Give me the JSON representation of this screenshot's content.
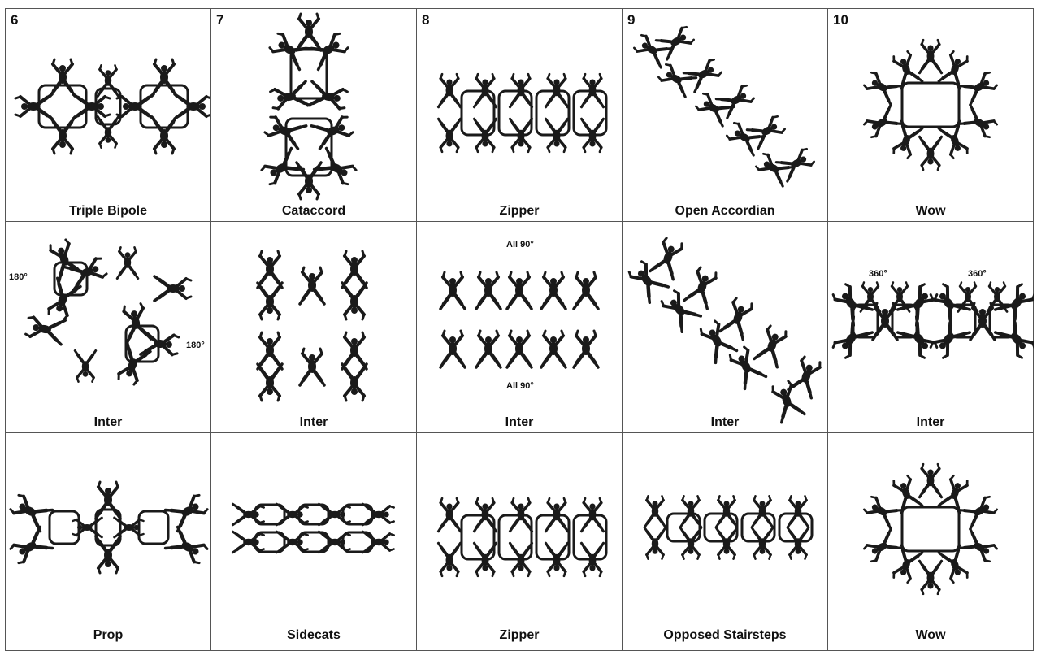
{
  "formations": [
    {
      "number": "6",
      "rows": [
        {
          "label": "Triple Bipole",
          "shape": "triple-bipole",
          "notes": []
        },
        {
          "label": "Inter",
          "shape": "inter-scatter",
          "notes": [
            "180°",
            "180°"
          ]
        },
        {
          "label": "Prop",
          "shape": "prop",
          "notes": []
        }
      ]
    },
    {
      "number": "7",
      "rows": [
        {
          "label": "Cataccord",
          "shape": "cataccord",
          "notes": []
        },
        {
          "label": "Inter",
          "shape": "inter-stacks",
          "notes": []
        },
        {
          "label": "Sidecats",
          "shape": "sidecats",
          "notes": []
        }
      ]
    },
    {
      "number": "8",
      "rows": [
        {
          "label": "Zipper",
          "shape": "zipper",
          "notes": []
        },
        {
          "label": "Inter",
          "shape": "inter-rows",
          "notes": [
            "All 90°",
            "All 90°"
          ]
        },
        {
          "label": "Zipper",
          "shape": "zipper",
          "notes": []
        }
      ]
    },
    {
      "number": "9",
      "rows": [
        {
          "label": "Open Accordian",
          "shape": "open-accordian",
          "notes": []
        },
        {
          "label": "Inter",
          "shape": "inter-pairs",
          "notes": []
        },
        {
          "label": "Opposed Stairsteps",
          "shape": "opposed-stairsteps",
          "notes": []
        }
      ]
    },
    {
      "number": "10",
      "rows": [
        {
          "label": "Wow",
          "shape": "wow",
          "notes": []
        },
        {
          "label": "Inter",
          "shape": "inter-twins",
          "notes": [
            "360°",
            "360°"
          ]
        },
        {
          "label": "Wow",
          "shape": "wow",
          "notes": []
        }
      ]
    }
  ],
  "colors": {
    "ink": "#1a1a1a",
    "border": "#555555",
    "background": "#ffffff"
  }
}
